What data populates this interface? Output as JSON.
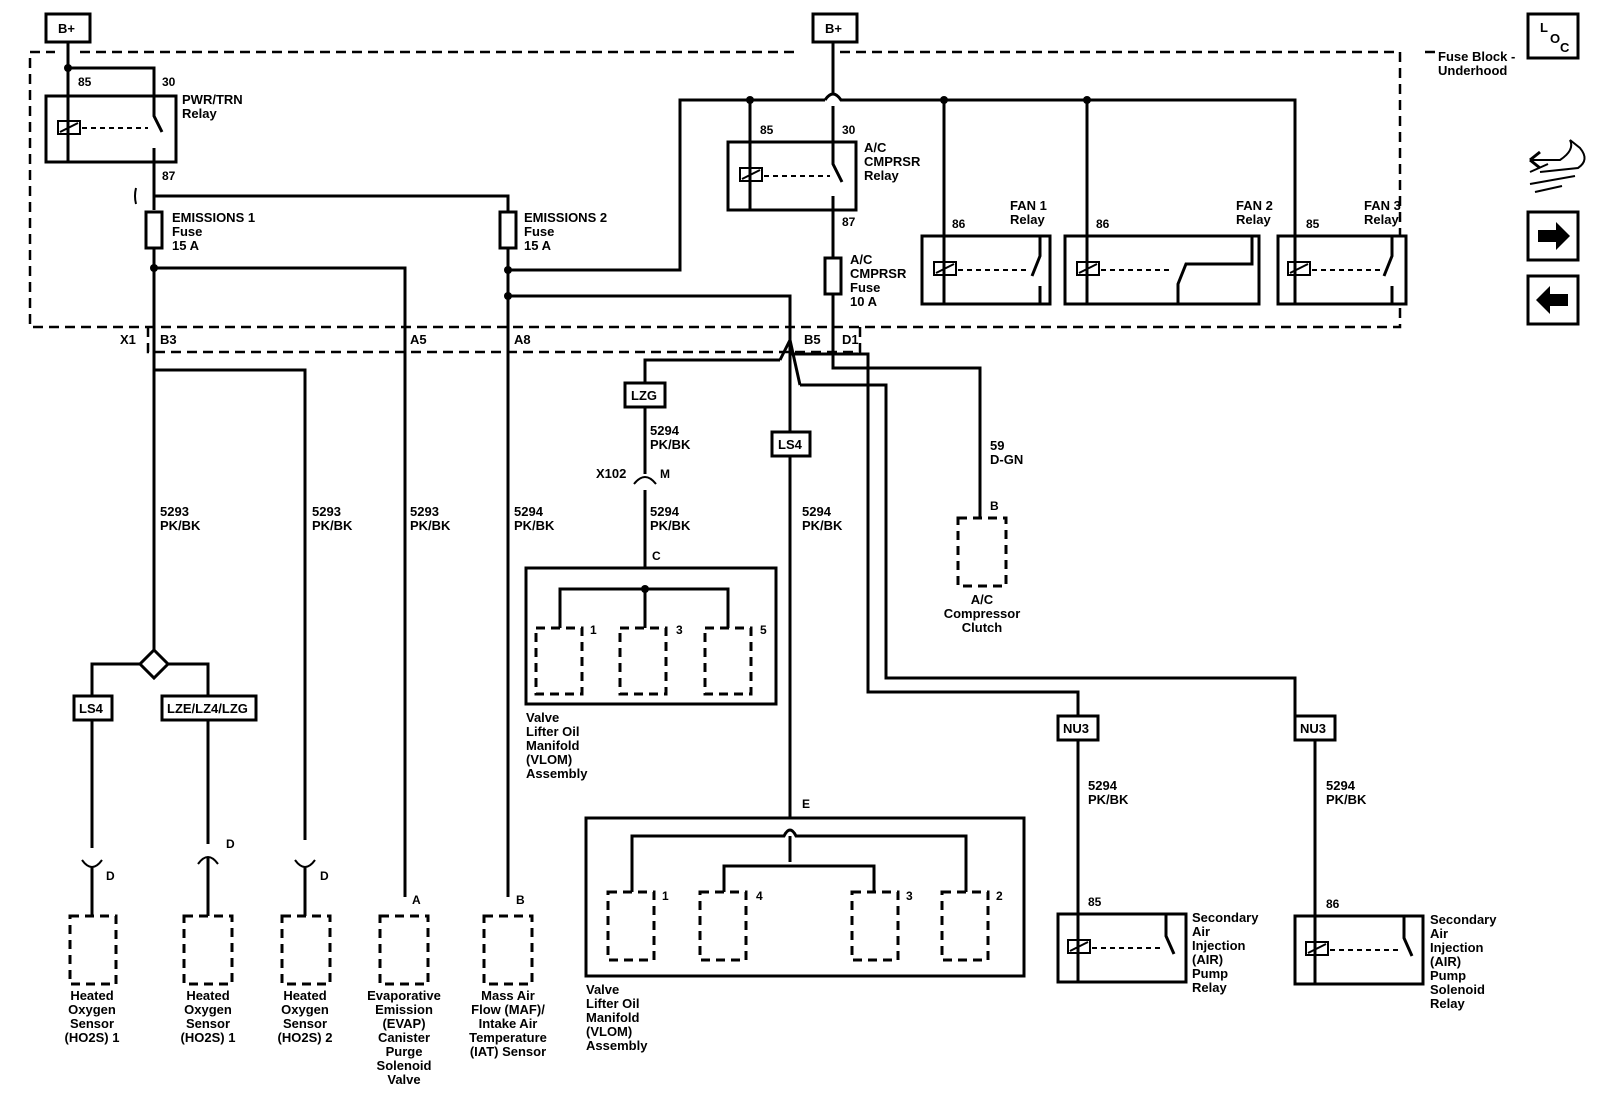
{
  "power": {
    "bplus_left": "B+",
    "bplus_right": "B+"
  },
  "fuse_block": {
    "line1": "Fuse Block -",
    "line2": "Underhood"
  },
  "loc_icon": {
    "l": "L",
    "o": "O",
    "c": "C"
  },
  "pwr_relay": {
    "pin85": "85",
    "pin30": "30",
    "pin87": "87",
    "name1": "PWR/TRN",
    "name2": "Relay"
  },
  "ac_relay": {
    "pin85": "85",
    "pin30": "30",
    "pin87": "87",
    "name1": "A/C",
    "name2": "CMPRSR",
    "name3": "Relay"
  },
  "fan_relays": [
    {
      "pin": "86",
      "name1": "FAN 1",
      "name2": "Relay"
    },
    {
      "pin": "86",
      "name1": "FAN 2",
      "name2": "Relay"
    },
    {
      "pin": "85",
      "name1": "FAN 3",
      "name2": "Relay"
    }
  ],
  "fuses": {
    "em1": {
      "l1": "EMISSIONS 1",
      "l2": "Fuse",
      "l3": "15 A"
    },
    "em2": {
      "l1": "EMISSIONS 2",
      "l2": "Fuse",
      "l3": "15 A"
    },
    "ac": {
      "l1": "A/C",
      "l2": "CMPRSR",
      "l3": "Fuse",
      "l4": "10 A"
    }
  },
  "connector_pins": {
    "x1": "X1",
    "b3": "B3",
    "a5": "A5",
    "a8": "A8",
    "b5": "B5",
    "d1": "D1"
  },
  "wires": {
    "w1": {
      "num": "5293",
      "color": "PK/BK"
    },
    "w2": {
      "num": "5293",
      "color": "PK/BK"
    },
    "w3": {
      "num": "5293",
      "color": "PK/BK"
    },
    "w4": {
      "num": "5294",
      "color": "PK/BK"
    },
    "w5": {
      "num": "5294",
      "color": "PK/BK"
    },
    "w6": {
      "num": "5294",
      "color": "PK/BK"
    },
    "w7": {
      "num": "5294",
      "color": "PK/BK"
    },
    "w8": {
      "num": "59",
      "color": "D-GN"
    },
    "w9": {
      "num": "5294",
      "color": "PK/BK"
    },
    "w10": {
      "num": "5294",
      "color": "PK/BK"
    }
  },
  "options": {
    "lzg": "LZG",
    "ls4_mid": "LS4",
    "ls4_left": "LS4",
    "lze": "LZE/LZ4/LZG",
    "nu3_a": "NU3",
    "nu3_b": "NU3"
  },
  "x102": {
    "name": "X102",
    "pin": "M"
  },
  "vlom1": {
    "pin_c": "C",
    "p1": "1",
    "p3": "3",
    "p5": "5",
    "n1": "Valve",
    "n2": "Lifter Oil",
    "n3": "Manifold",
    "n4": "(VLOM)",
    "n5": "Assembly"
  },
  "vlom2": {
    "pin_e": "E",
    "p1": "1",
    "p4": "4",
    "p3": "3",
    "p2": "2",
    "n1": "Valve",
    "n2": "Lifter Oil",
    "n3": "Manifold",
    "n4": "(VLOM)",
    "n5": "Assembly"
  },
  "ac_clutch": {
    "pin": "B",
    "n1": "A/C",
    "n2": "Compressor",
    "n3": "Clutch"
  },
  "sensors": {
    "ho2s_a": {
      "pin": "D",
      "n1": "Heated",
      "n2": "Oxygen",
      "n3": "Sensor",
      "n4": "(HO2S) 1"
    },
    "ho2s_b": {
      "pin": "D",
      "n1": "Heated",
      "n2": "Oxygen",
      "n3": "Sensor",
      "n4": "(HO2S) 1"
    },
    "ho2s_c": {
      "pin": "D",
      "n1": "Heated",
      "n2": "Oxygen",
      "n3": "Sensor",
      "n4": "(HO2S) 2"
    },
    "evap": {
      "pin": "A",
      "n1": "Evaporative",
      "n2": "Emission",
      "n3": "(EVAP)",
      "n4": "Canister",
      "n5": "Purge",
      "n6": "Solenoid",
      "n7": "Valve"
    },
    "maf": {
      "pin": "B",
      "n1": "Mass Air",
      "n2": "Flow (MAF)/",
      "n3": "Intake Air",
      "n4": "Temperature",
      "n5": "(IAT) Sensor"
    }
  },
  "air_pump_relay": {
    "pin": "85",
    "n1": "Secondary",
    "n2": "Air",
    "n3": "Injection",
    "n4": "(AIR)",
    "n5": "Pump",
    "n6": "Relay"
  },
  "air_sol_relay": {
    "pin": "86",
    "n1": "Secondary",
    "n2": "Air",
    "n3": "Injection",
    "n4": "(AIR)",
    "n5": "Pump",
    "n6": "Solenoid",
    "n7": "Relay"
  },
  "nav_icons": [
    "wiring-harness-icon",
    "arrow-right-icon",
    "arrow-left-icon"
  ]
}
